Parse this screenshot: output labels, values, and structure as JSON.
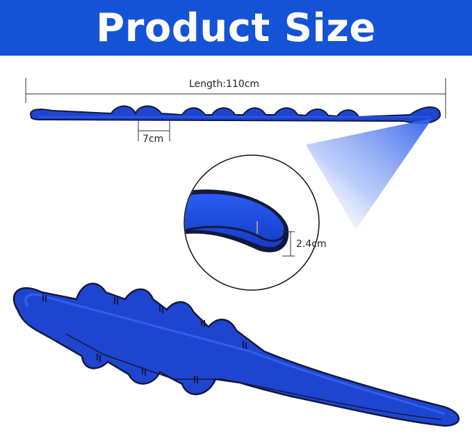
{
  "header": {
    "title": "Product Size"
  },
  "dimensions": {
    "length_label": "Length:110cm",
    "loop_spacing_label": "7cm",
    "width_label": "2.4cm"
  },
  "colors": {
    "banner": "#1553d6",
    "strap_blue": "#1e45d0",
    "strap_edge": "#12193d"
  },
  "product": {
    "loop_count": 8
  }
}
